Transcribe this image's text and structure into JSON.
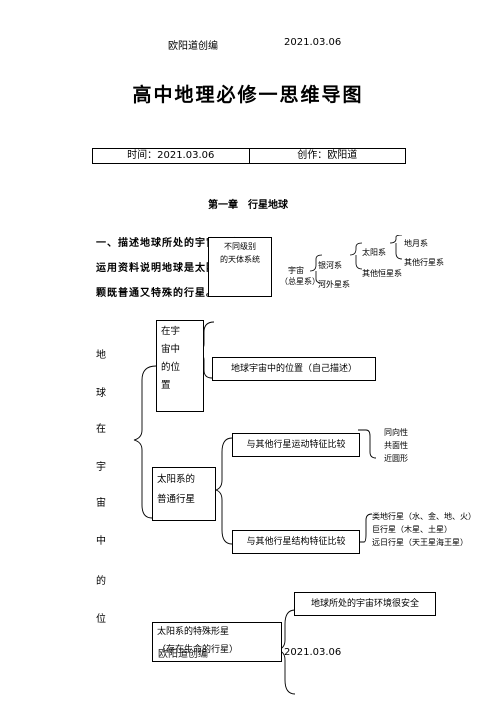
{
  "header": {
    "author": "欧阳道创编",
    "date": "2021.03.06"
  },
  "title": "高中地理必修一思维导图",
  "info": {
    "time": "时间：2021.03.06",
    "creator": "创作：欧阳道"
  },
  "chapter": "第一章　行星地球",
  "section": {
    "line1": "一、描述地球所处的宇宙环境，",
    "line2": "运用资料说明地球是太阳系中一",
    "line3": "颗既普通又特殊的行星。"
  },
  "levels_box": {
    "line1": "不同级别",
    "line2": "的天体系统"
  },
  "universe_tree": {
    "root_line1": "宇宙",
    "root_line2": "（总星系）",
    "milky_way": "银河系",
    "extragalactic": "河外星系",
    "solar_system": "太阳系",
    "other_stellar": "其他恒星系",
    "earth_moon": "地月系",
    "other_planets": "其他行星系"
  },
  "side_title": [
    "地",
    "球",
    "在",
    "宇",
    "宙",
    "中",
    "的",
    "位"
  ],
  "position_box": [
    "在宇",
    "宙中",
    "的位",
    "置"
  ],
  "position_desc": "地球宇宙中的位置（自己描述）",
  "ordinary_box": {
    "line1": "太阳系的",
    "line2": "普通行星"
  },
  "motion_compare": "与其他行星运动特征比较",
  "motion_items": [
    "同向性",
    "共面性",
    "近圆形"
  ],
  "structure_compare": "与其他行星结构特征比较",
  "structure_items": [
    "类地行星（水、金、地、火）",
    "巨行星（木星、土星）",
    "远日行星（天王星海王星）"
  ],
  "special_box": {
    "line1": "太阳系的特殊形星",
    "line2": "（存在生命的行星）"
  },
  "safe_env": "地球所处的宇宙环境很安全",
  "footer": {
    "author": "欧阳道创编",
    "date": "2021.03.06"
  }
}
